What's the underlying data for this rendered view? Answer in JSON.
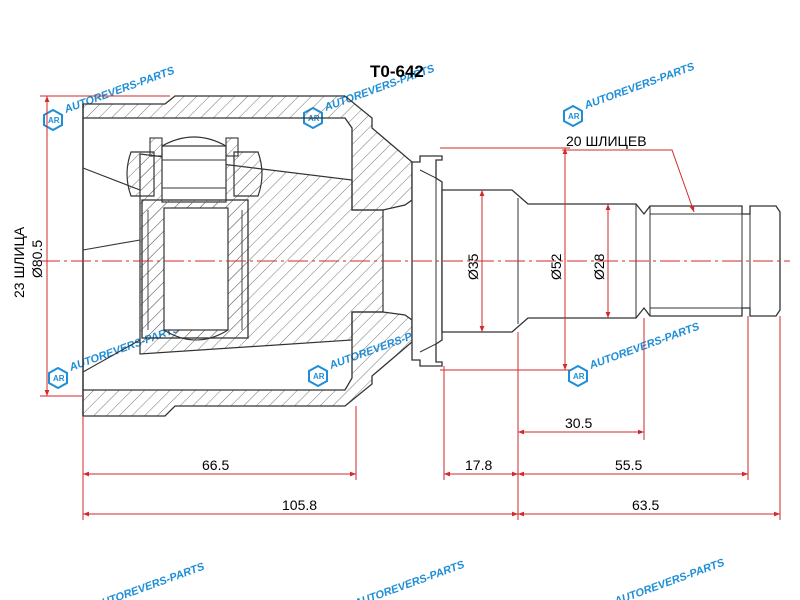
{
  "part_number": "T0-642",
  "watermark": {
    "text": "AUTOREVERS-PARTS",
    "icon_text": "AR",
    "color": "#1e8ed8"
  },
  "colors": {
    "outline": "#333333",
    "hatch": "#555555",
    "dimension": "#d22a2a",
    "text": "#000000"
  },
  "labels": {
    "spline_count_left": "23 ШЛИЦА",
    "diameter_outer": "Ø80.5",
    "spline_count_right": "20 ШЛИЦЕВ",
    "diameter_35": "Ø35",
    "diameter_52": "Ø52",
    "diameter_28": "Ø28"
  },
  "dimensions": {
    "d_66_5": "66.5",
    "d_17_8": "17.8",
    "d_55_5": "55.5",
    "d_30_5": "30.5",
    "d_105_8": "105.8",
    "d_63_5": "63.5"
  }
}
